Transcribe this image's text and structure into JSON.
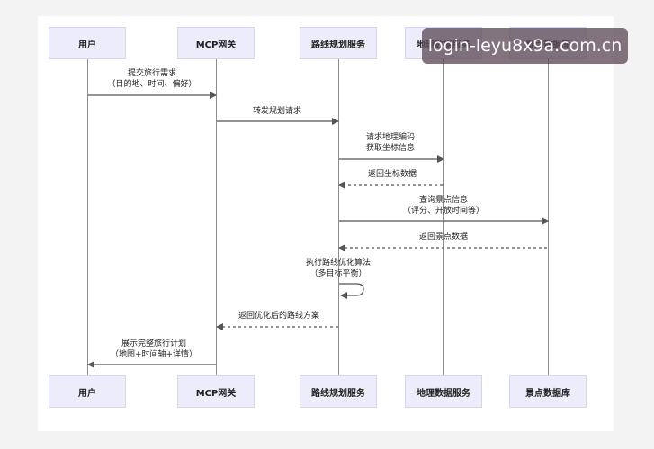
{
  "participants": [
    {
      "id": "user",
      "label": "用户"
    },
    {
      "id": "gateway",
      "label": "MCP网关"
    },
    {
      "id": "planner",
      "label": "路线规划服务"
    },
    {
      "id": "geo",
      "label": "地理数据服务"
    },
    {
      "id": "poi",
      "label": "景点数据库"
    }
  ],
  "messages": [
    {
      "label_1": "提交旅行需求",
      "label_2": "（目的地、时间、偏好）",
      "style": "solid"
    },
    {
      "label_1": "转发规划请求",
      "label_2": "",
      "style": "solid"
    },
    {
      "label_1": "请求地理编码",
      "label_2": "获取坐标信息",
      "style": "solid"
    },
    {
      "label_1": "返回坐标数据",
      "label_2": "",
      "style": "dashed"
    },
    {
      "label_1": "查询景点信息",
      "label_2": "（评分、开放时间等）",
      "style": "solid"
    },
    {
      "label_1": "返回景点数据",
      "label_2": "",
      "style": "dashed"
    },
    {
      "label_1": "执行路线优化算法",
      "label_2": "（多目标平衡）",
      "style": "self"
    },
    {
      "label_1": "返回优化后的路线方案",
      "label_2": "",
      "style": "dashed"
    },
    {
      "label_1": "展示完整旅行计划",
      "label_2": "（地图+时间轴+详情）",
      "style": "solid"
    }
  ],
  "watermark": "login-leyu8x9a.com.cn",
  "colors": {
    "participant_bg": "#ececfa",
    "line": "#555555",
    "lifeline": "#8c8c8c"
  }
}
